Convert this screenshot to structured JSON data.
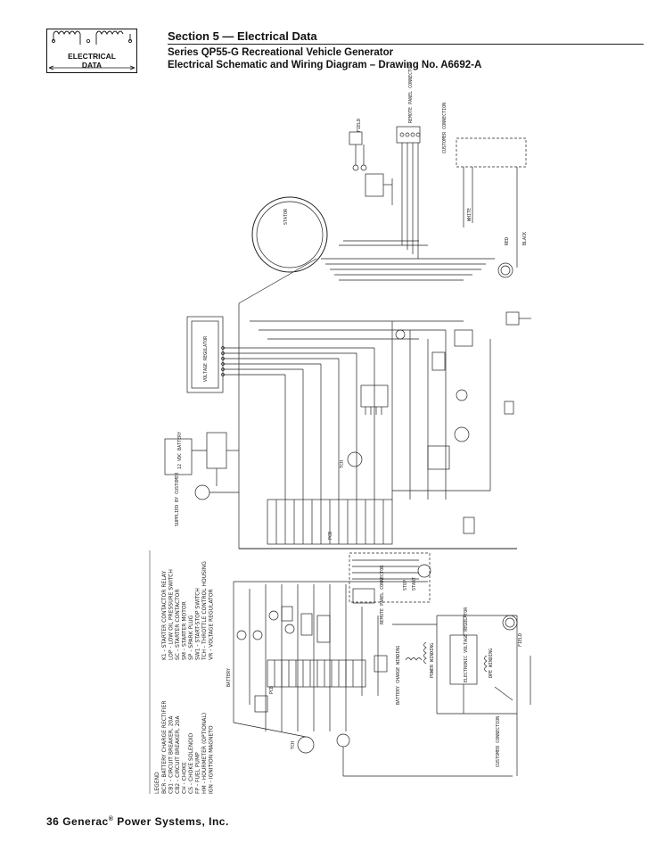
{
  "header": {
    "logo_label_line1": "ELECTRICAL",
    "logo_label_line2": "DATA",
    "section_title": "Section 5 — Electrical Data",
    "subtitle_1": "Series QP55-G Recreational Vehicle Generator",
    "subtitle_2": "Electrical Schematic and Wiring Diagram – Drawing No. A6692-A"
  },
  "footer": {
    "page_number": "36",
    "company": "Generac",
    "company_suffix": " Power Systems, Inc."
  },
  "wiring_diagram": {
    "labels": {
      "stator": "STATOR",
      "field": "FIELD",
      "remote_panel": "REMOTE PANEL CONNECTOR",
      "customer_connection": "CUSTOMER CONNECTION",
      "voltage_regulator": "VOLTAGE REGULATOR",
      "battery": "12 VDC BATTERY",
      "supplied_by_customer": "SUPPLIED BY CUSTOMER",
      "pcb": "PCB",
      "tch": "TCH",
      "red": "RED",
      "black": "BLACK",
      "white": "WHITE"
    }
  },
  "schematic": {
    "labels": {
      "remote_panel": "REMOTE PANEL CONNECTOR",
      "battery_charge_winding": "BATTERY CHARGE WINDING",
      "power_winding": "POWER WINDING",
      "electronic_voltage_regulator": "ELECTRONIC VOLTAGE REGULATOR",
      "dpe_winding": "DPE WINDING",
      "field": "FIELD",
      "customer_connection": "CUSTOMER CONNECTION",
      "tch": "TCH",
      "pcb": "PCB",
      "battery": "BATTERY",
      "start": "START",
      "stop": "STOP"
    },
    "legend_title": "LEGEND",
    "legend_items": [
      "BCR - BATTERY CHARGE RECTIFIER",
      "CB1 - CIRCUIT BREAKER, 20A",
      "CB2 - CIRCUIT BREAKER, 20A",
      "CH - CHOKE",
      "CS - CHOKE SOLENOID",
      "FP - FUEL PUMP",
      "HM - HOURMETER (OPTIONAL)",
      "IGN - IGNITION MAGNETO",
      "K1 - STARTER CONTACTOR RELAY",
      "LOP - LOW OIL PRESSURE SWITCH",
      "SC - STARTER CONTACTOR",
      "SM - STARTER MOTOR",
      "SP - SPARK PLUG",
      "SW1 - START-STOP SWITCH",
      "TCH - THROTTLE CONTROL HOUSING",
      "VR - VOLTAGE REGULATOR"
    ]
  }
}
